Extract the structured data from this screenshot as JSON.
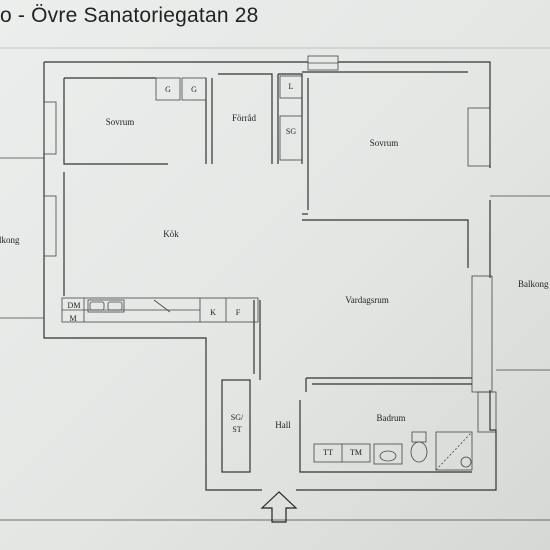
{
  "header": {
    "title": "o - Övre Sanatoriegatan 28"
  },
  "rooms": {
    "sovrum_left": "Sovrum",
    "forrad": "Förråd",
    "sovrum_right": "Sovrum",
    "kok": "Kök",
    "vardagsrum": "Vardagsrum",
    "hall": "Hall",
    "badrum": "Badrum",
    "balkong_left": "lkong",
    "balkong_right": "Balkong"
  },
  "fixtures": {
    "g1": "G",
    "g2": "G",
    "l": "L",
    "sg": "SG",
    "dm": "DM",
    "m": "M",
    "k": "K",
    "f": "F",
    "sg_st_line1": "SG/",
    "sg_st_line2": "ST",
    "tt": "TT",
    "tm": "TM"
  },
  "icons": {
    "entrance": "up-arrow-icon"
  }
}
